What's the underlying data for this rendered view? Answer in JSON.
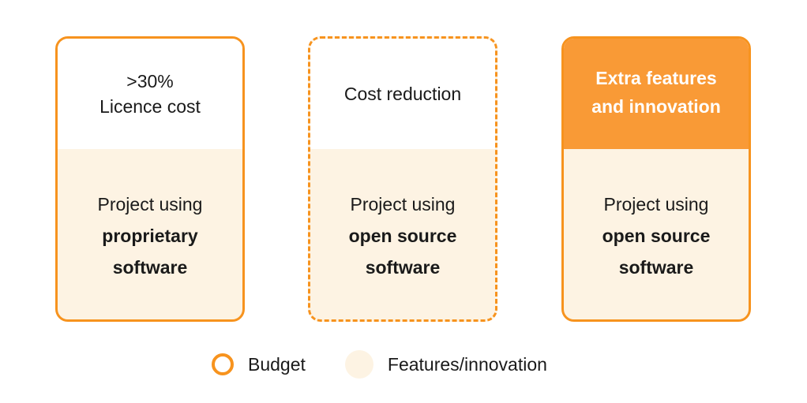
{
  "colors": {
    "accent": "#f7931e",
    "highlight_fill": "#f99a36",
    "features_fill": "#fdf3e3"
  },
  "cards": [
    {
      "top_lines": [
        ">30%",
        "Licence cost"
      ],
      "bottom_regular": "Project using",
      "bottom_bold": [
        "proprietary",
        "software"
      ]
    },
    {
      "top_lines": [
        "Cost reduction"
      ],
      "bottom_regular": "Project using",
      "bottom_bold": [
        "open source",
        "software"
      ]
    },
    {
      "top_lines": [
        "Extra features",
        "and innovation"
      ],
      "bottom_regular": "Project using",
      "bottom_bold": [
        "open source",
        "software"
      ]
    }
  ],
  "legend": {
    "budget": "Budget",
    "features": "Features/innovation"
  }
}
